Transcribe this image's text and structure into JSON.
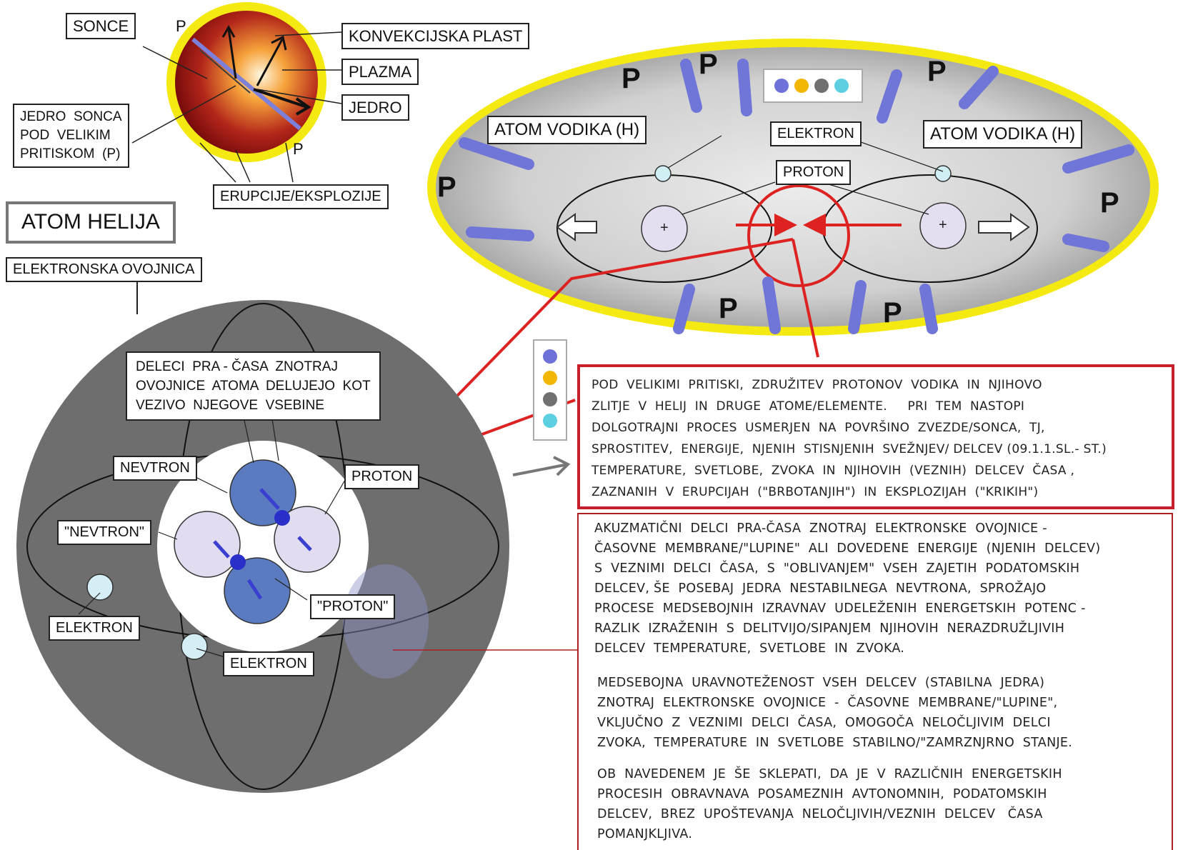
{
  "sun": {
    "label_sonce": "SONCE",
    "label_convection": "KONVEKCIJSKA PLAST",
    "label_plasma": "PLAZMA",
    "label_core": "JEDRO",
    "label_core_pressure": "JEDRO  SONCA\nPOD  VELIKIM\nPRITISKOM  (P)",
    "label_eruptions": "ERUPCIJE/EKSPLOZIJE",
    "p1": "P",
    "p2": "P"
  },
  "helium": {
    "title": "ATOM  HELIJA",
    "shell_label": "ELEKTRONSKA  OVOJNICA",
    "particles_note": "DELECI  PRA - ČASA  ZNOTRAJ\nOVOJNICE  ATOMA  DELUJEJO  KOT\nVEZIVO  NJEGOVE  VSEBINE",
    "neutron": "NEVTRON",
    "proton": "PROTON",
    "neutron_q": "\"NEVTRON\"",
    "proton_q": "\"PROTON\"",
    "electron1": "ELEKTRON",
    "electron2": "ELEKTRON"
  },
  "fusion": {
    "atom_left": "ATOM  VODIKA  (H)",
    "atom_right": "ATOM  VODIKA  (H)",
    "electron": "ELEKTRON",
    "proton": "PROTON",
    "plus": "+",
    "p_marks": [
      "P",
      "P",
      "P",
      "P",
      "P",
      "P",
      "P"
    ]
  },
  "legend_colors": [
    "#6e72d8",
    "#f2b705",
    "#707070",
    "#5ccfe0"
  ],
  "text": {
    "fusion_description": "POD  VELIKIMI  PRITISKI,  ZDRUŽITEV  PROTONOV  VODIKA  IN  NJIHOVO\nZLITJE  V  HELIJ  IN  DRUGE  ATOME/ELEMENTE.     PRI  TEM  NASTOPI\nDOLGOTRAJNI  PROCES  USMERJEN  NA  POVRŠINO  ZVEZDE/SONCA,  TJ,\nSPROSTITEV,  ENERGIJE,  NJENIH  STISNJENIH  SVEŽNJEV/ DELCEV (09.1.1.SL.- ST.)\nTEMPERATURE,  SVETLOBE,  ZVOKA  IN  NJIHOVIH  (VEZNIH)  DELCEV  ČASA ,\nZAZNANIH  V  ERUPCIJAH  (\"BRBOTANJIH\")  IN  EKSPLOZIJAH  (\"KRIKIH\")",
    "para1": "AKUZMATIČNI  DELCI  PRA-ČASA  ZNOTRAJ  ELEKTRONSKE  OVOJNICE -\nČASOVNE  MEMBRANE/\"LUPINE\"  ALI  DOVEDENE  ENERGIJE  (NJENIH  DELCEV)\nS  VEZNIMI  DELCI  ČASA,  S  \"OBLIVANJEM\"  VSEH  ZAJETIH  PODATOMSKIH\nDELCEV, ŠE  POSEBAJ  JEDRA  NESTABILNEGA  NEVTRONA,  SPROŽAJO\nPROCESE  MEDSEBOJNIH  IZRAVNAV  UDELEŽENIH  ENERGETSKIH  POTENC -\nRAZLIK  IZRAŽENIH  S  DELITVIJO/SIPANJEM  NJIHOVIH  NERAZDRUŽLJIVIH\nDELCEV  TEMPERATURE,  SVETLOBE  IN  ZVOKA.",
    "para2": "MEDSEBOJNA  URAVNOTEŽENOST  VSEH  DELCEV  (STABILNA  JEDRA)\nZNOTRAJ  ELEKTRONSKE  OVOJNICE  -  ČASOVNE  MEMBRANE/\"LUPINE\",\nVKLJUČNO  Z  VEZNIMI  DELCI  ČASA,  OMOGOČA  NELOČLJIVIM  DELCI\nZVOKA,  TEMPERATURE  IN  SVETLOBE  STABILNO/\"ZAMRZNJRNO  STANJE.",
    "para3": "OB  NAVEDENEM  JE  ŠE  SKLEPATI,  DA  JE  V  RAZLIČNIH  ENERGETSKIH\nPROCESIH  OBRAVNAVA  POSAMEZNIH  AVTONOMNIH,  PODATOMSKIH\nDELCEV,  BREZ  UPOŠTEVANJA  NELOČLJIVIH/VEZNIH  DELCEV   ČASA\nPOMANJKLJIVA."
  }
}
